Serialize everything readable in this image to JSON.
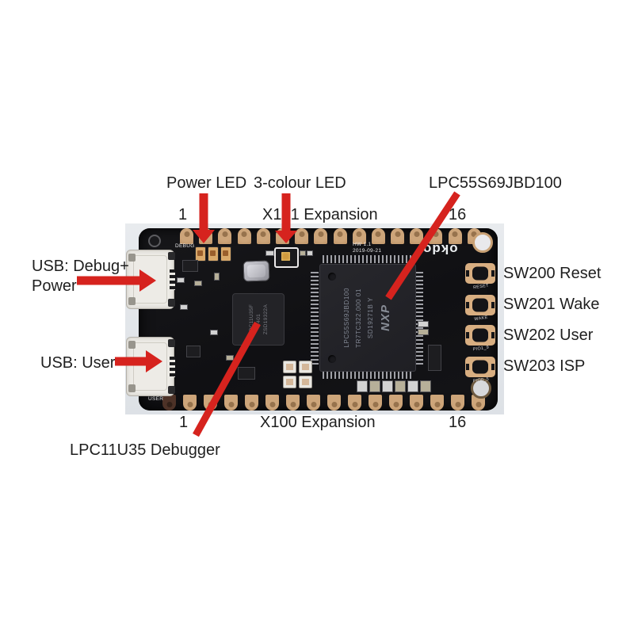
{
  "figure": {
    "type": "annotated development board photo",
    "colors": {
      "annotation_red": "#d6231e",
      "pcb_black": "#121215",
      "pad_gold": "#c9a175"
    }
  },
  "annotations": {
    "power_led": "Power LED",
    "rgb_led": "3-colour LED",
    "mcu": "LPC55S69JBD100",
    "x101_pin1": "1",
    "x101": "X101 Expansion",
    "x101_pin16": "16",
    "usb_debug_line1": "USB: Debug+",
    "usb_debug_line2": "Power",
    "usb_user": "USB: User",
    "sw200": "SW200 Reset",
    "sw201": "SW201 Wake",
    "sw202": "SW202 User",
    "sw203": "SW203 ISP",
    "x100_pin1": "1",
    "x100": "X100 Expansion",
    "x100_pin16": "16",
    "debugger": "LPC11U35 Debugger"
  },
  "board": {
    "expansion_pin_count": 16,
    "silkscreen": {
      "hw_rev": "HW 1.1",
      "date": "2019-09-21",
      "logo": "okdo",
      "usb_debug": "DEBUG",
      "usb_user": "USER"
    },
    "mcu_markings": {
      "brand": "NXP",
      "line1": "LPC55S69JBD100",
      "line2": "TR7TC322.000 01",
      "line3": "SD19271B Y"
    },
    "debugger_markings": {
      "line1": "LPC11U35F",
      "line2": "/401",
      "line3": "ZSD19322A"
    },
    "buttons": [
      {
        "silk": "RESET"
      },
      {
        "silk": "WAKE"
      },
      {
        "silk": "PIO1_9"
      },
      {
        "silk": "PIO0_5"
      }
    ]
  }
}
